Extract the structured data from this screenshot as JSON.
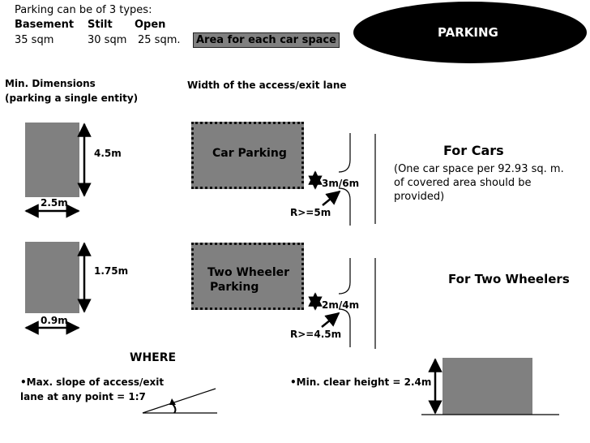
{
  "header": {
    "intro": "Parking can be of 3 types:",
    "types": [
      "Basement",
      "Stilt",
      "Open"
    ],
    "areas": [
      "35 sqm",
      "30 sqm",
      "25 sqm."
    ],
    "area_label": "Area for each car space",
    "title": "PARKING"
  },
  "min_dimensions": {
    "title_line1": "Min. Dimensions",
    "title_line2": "(parking a single entity)",
    "car_length": "4.5m",
    "car_width": "2.5m",
    "wheeler_length": "1.75m",
    "wheeler_width": "0.9m"
  },
  "access_lane": {
    "title": "Width of the access/exit lane",
    "car_box_label": "Car Parking",
    "car_lane_width": "3m/6m",
    "car_radius": "R>=5m",
    "wheeler_box_line1": "Two Wheeler",
    "wheeler_box_line2": "Parking",
    "wheeler_lane_width": "2m/4m",
    "wheeler_radius": "R>=4.5m"
  },
  "requirements": {
    "cars_title": "For Cars",
    "cars_note_lines": [
      "(One car space per 92.93 sq. m.",
      "of covered area should be",
      "provided)"
    ],
    "wheelers_title": "For Two Wheelers"
  },
  "where": {
    "title": "WHERE",
    "slope_line1": "•Max. slope of access/exit",
    "slope_line2": "lane at any point = 1:7",
    "height_text": "•Min. clear height = 2.4m"
  }
}
